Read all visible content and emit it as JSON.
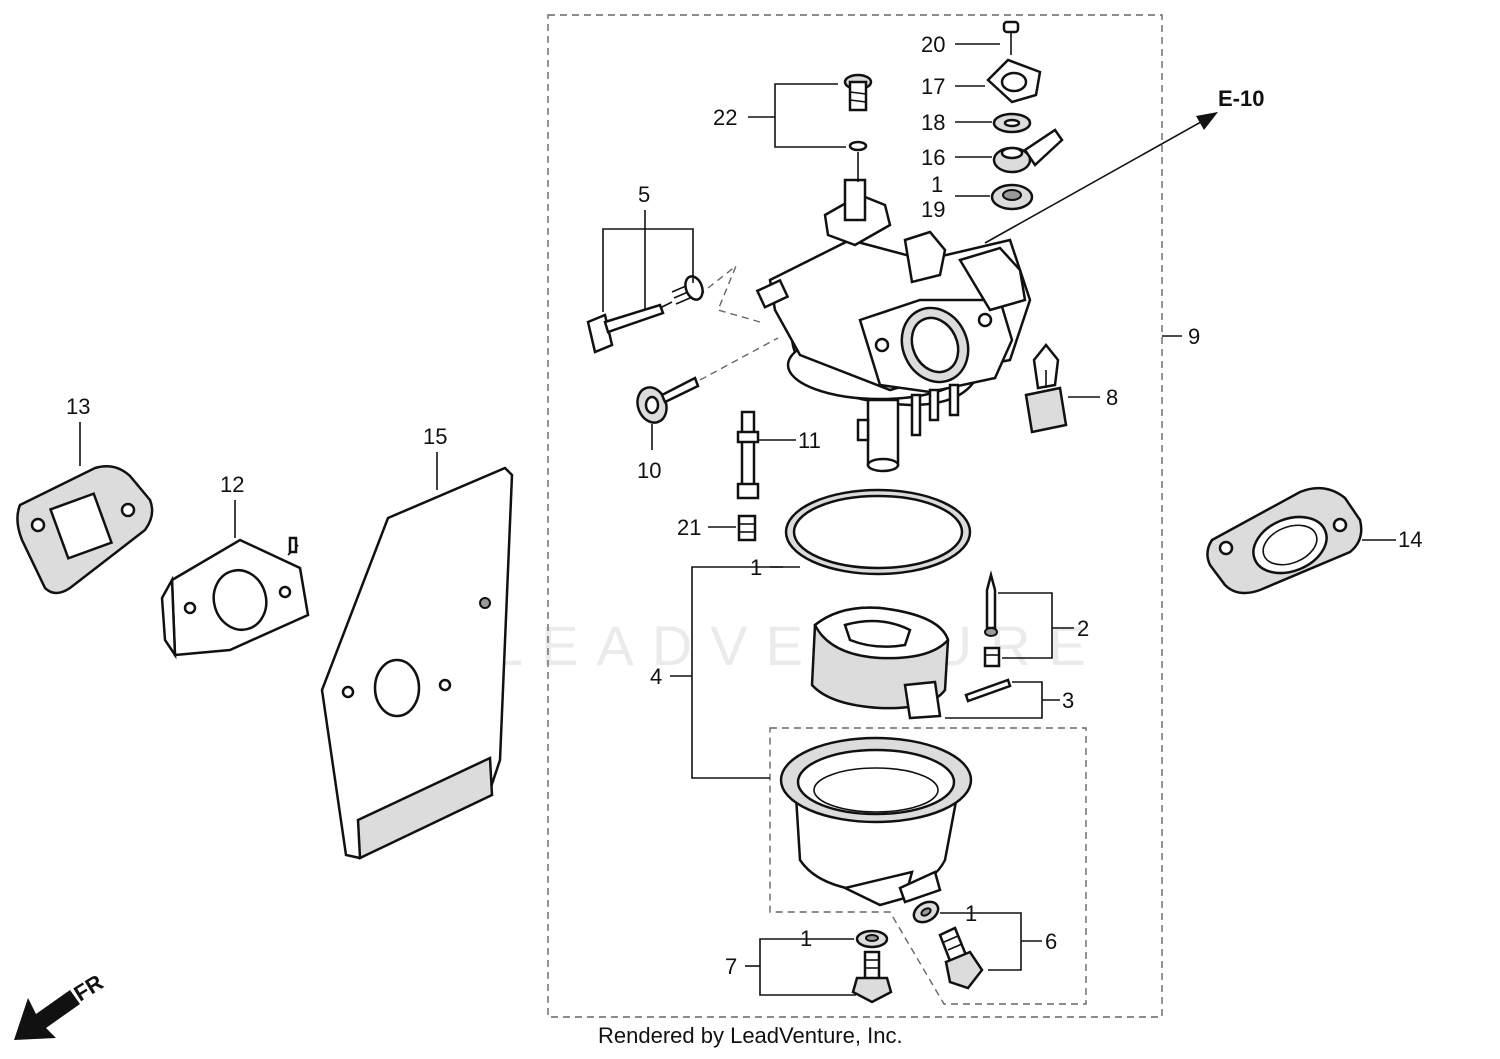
{
  "diagram": {
    "ref_labels": {
      "n1_top": "1",
      "n1_mid": "1",
      "n1_right": "1",
      "n1_left": "1",
      "n2": "2",
      "n3": "3",
      "n4": "4",
      "n5": "5",
      "n6": "6",
      "n7": "7",
      "n8": "8",
      "n9": "9",
      "n10": "10",
      "n11": "11",
      "n12": "12",
      "n13": "13",
      "n14": "14",
      "n15": "15",
      "n16": "16",
      "n17": "17",
      "n18": "18",
      "n19": "19",
      "n20": "20",
      "n21": "21",
      "n22": "22"
    },
    "section_ref": "E-10",
    "direction_label": "FR",
    "footer": "Rendered by LeadVenture, Inc.",
    "watermark": "LEADVENTURE"
  }
}
